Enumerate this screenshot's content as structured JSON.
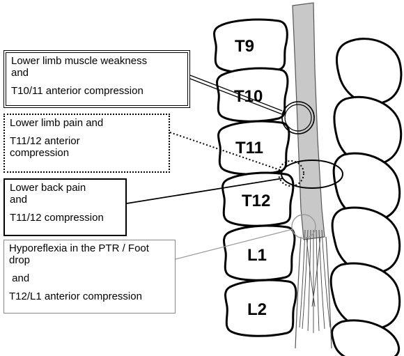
{
  "vertebrae": [
    {
      "key": "t9",
      "label": "T9"
    },
    {
      "key": "t10",
      "label": "T10"
    },
    {
      "key": "t11",
      "label": "T11"
    },
    {
      "key": "t12",
      "label": "T12"
    },
    {
      "key": "l1",
      "label": "L1"
    },
    {
      "key": "l2",
      "label": "L2"
    }
  ],
  "callouts": [
    {
      "key": "muscle-weakness",
      "lines": [
        "Lower limb muscle weakness",
        "and",
        "T10/11 anterior compression"
      ],
      "border": "double"
    },
    {
      "key": "limb-pain",
      "lines": [
        "Lower limb pain and",
        "T11/12 anterior",
        "compression"
      ],
      "border": "dotted"
    },
    {
      "key": "back-pain",
      "lines": [
        "Lower back pain",
        "and",
        "T11/12 compression"
      ],
      "border": "solid"
    },
    {
      "key": "hyporeflexia",
      "lines": [
        "Hyporeflexia in the PTR / Foot",
        "drop",
        " and",
        "T12/L1 anterior compression"
      ],
      "border": "thin-gray"
    }
  ],
  "colors": {
    "spinal_cord": "#c8c8c8",
    "outline": "#000000",
    "gray_leader": "#999999"
  }
}
